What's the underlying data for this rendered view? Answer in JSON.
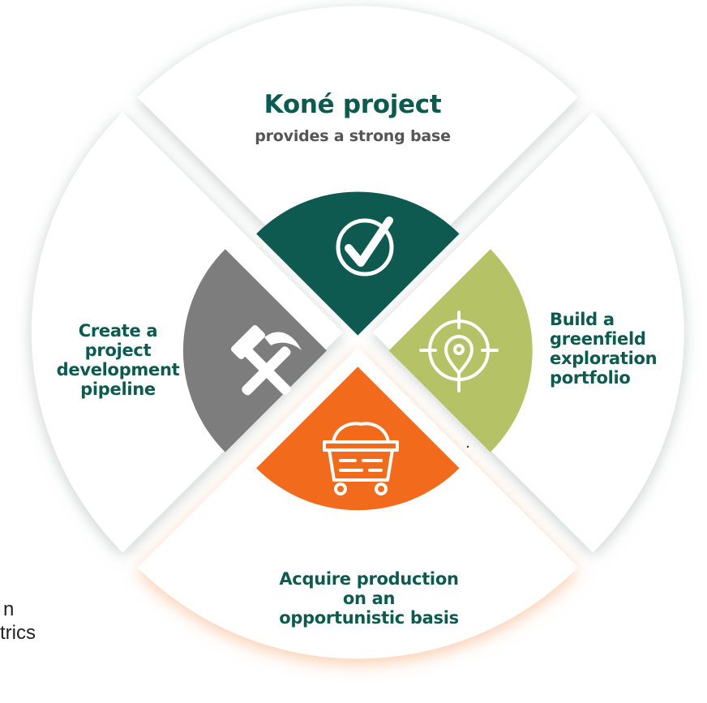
{
  "diagram": {
    "segments": [
      {
        "id": "top",
        "title": "Koné project",
        "subtitle": "provides a strong base",
        "icon": "checkmark-circle-icon",
        "color": "#0e5a51"
      },
      {
        "id": "right",
        "lines": [
          "Build a",
          "greenfield",
          "exploration",
          "portfolio"
        ],
        "icon": "target-location-pin-icon",
        "color": "#b5c265"
      },
      {
        "id": "bottom",
        "lines": [
          "Acquire production",
          "on an",
          "opportunistic basis"
        ],
        "icon": "mine-cart-icon",
        "color": "#f26a1b"
      },
      {
        "id": "left",
        "lines": [
          "Create a",
          "project",
          "development",
          "pipeline"
        ],
        "icon": "hammer-pickaxe-icon",
        "color": "#7d7d7d"
      }
    ],
    "label_color": "#0d5a50",
    "subtitle_color": "#555555"
  },
  "background_text": {
    "lines": [
      "n",
      "trics"
    ]
  }
}
